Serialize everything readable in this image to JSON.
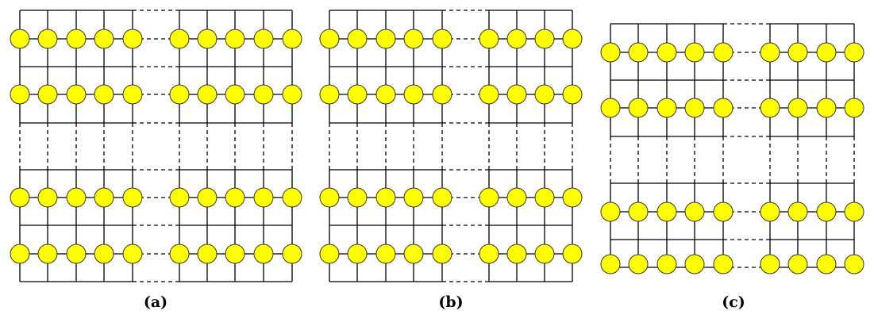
{
  "panels": [
    {
      "label": "(a)"
    },
    {
      "label": "(b)"
    },
    {
      "label": "(c)"
    }
  ],
  "colors": {
    "node_fill": "#ffff00",
    "node_stroke": "#333333",
    "line": "#000000"
  }
}
